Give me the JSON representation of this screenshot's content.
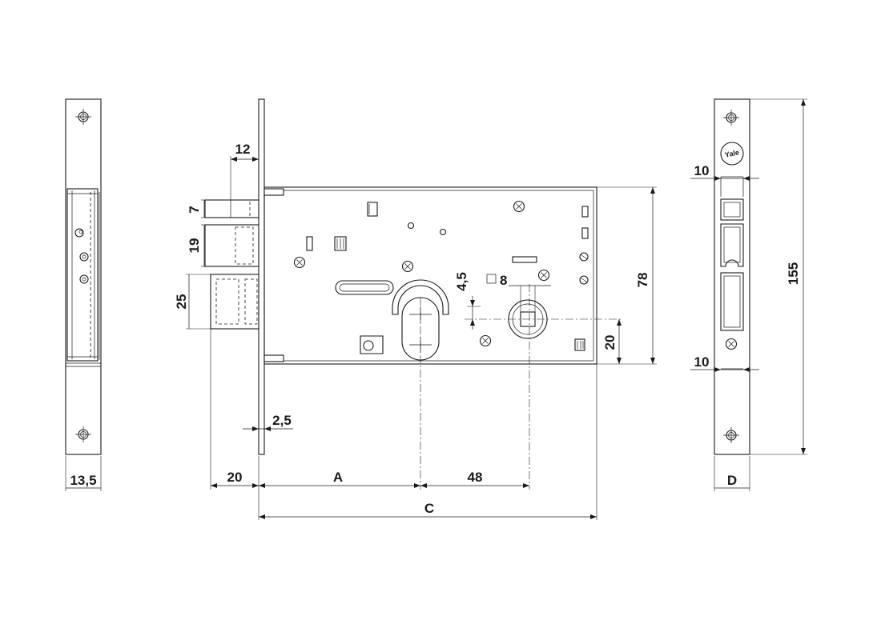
{
  "logo_text": "Yale",
  "dimensions": {
    "left_width": "13,5",
    "bolt_offset": "12",
    "dim_7": "7",
    "dim_19": "19",
    "dim_25": "25",
    "dim_4_5": "4,5",
    "square_8": "8",
    "height_78": "78",
    "dim_20_right": "20",
    "faceplate_2_5": "2,5",
    "projection_20": "20",
    "backset_A": "A",
    "distance_48": "48",
    "case_C": "C",
    "strike_155": "155",
    "strike_10_top": "10",
    "strike_10_bottom": "10",
    "strike_D": "D"
  }
}
